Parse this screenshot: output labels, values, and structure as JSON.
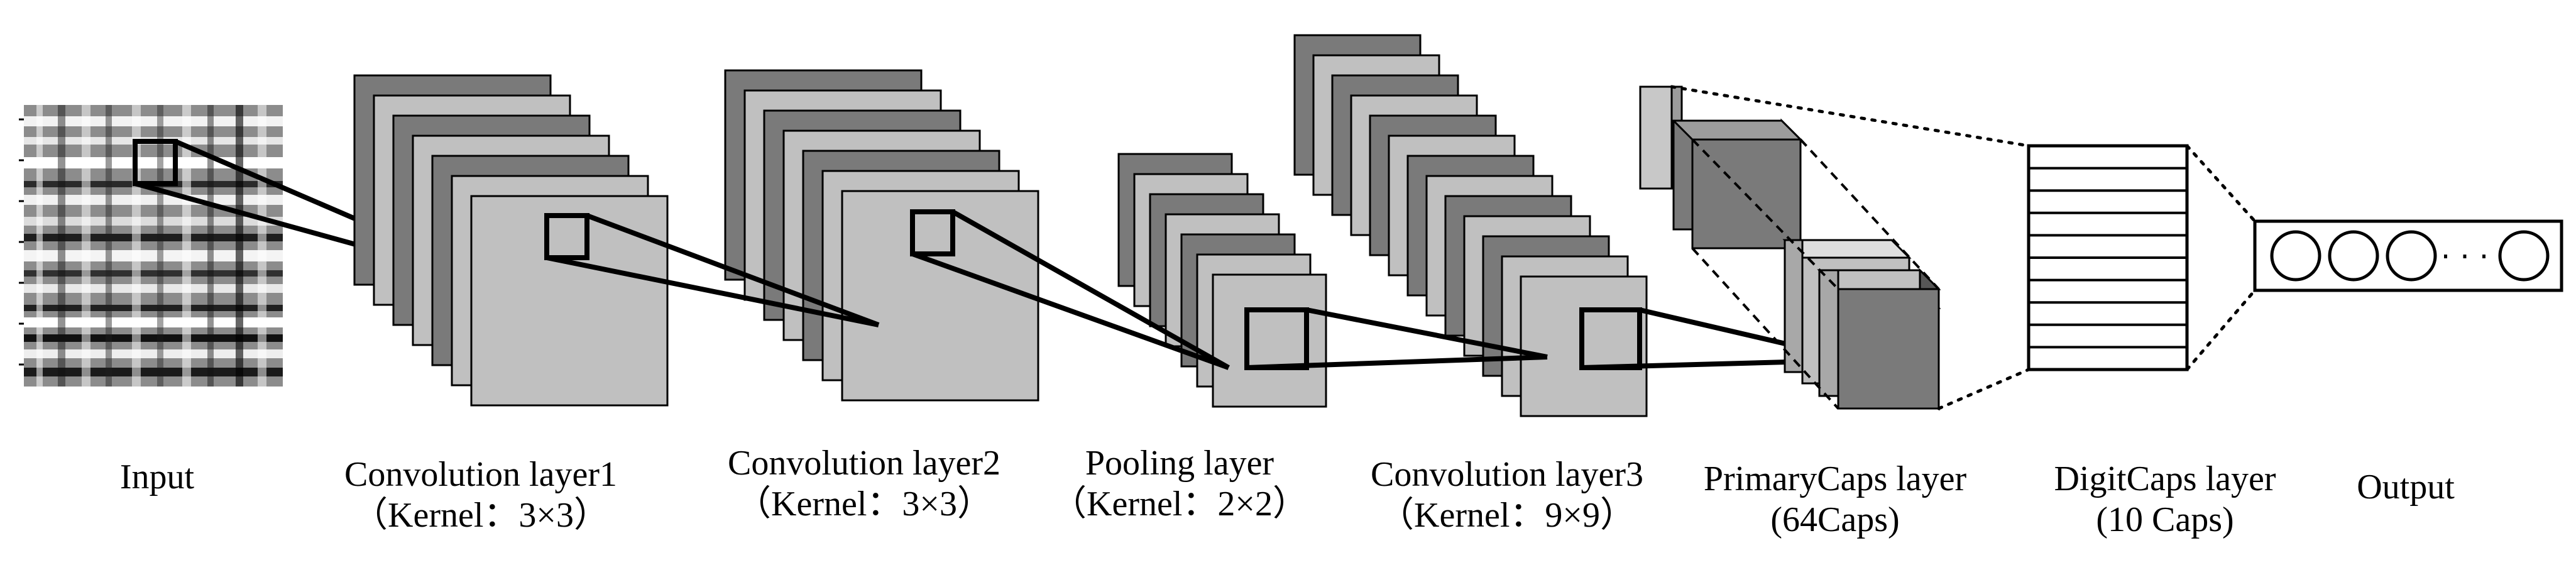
{
  "colors": {
    "face_light": "#c0c0c0",
    "face_dark": "#7a7a7a",
    "side_light": "#a8a8a8",
    "side_dark": "#565656",
    "top_light": "#dedede",
    "top_dark": "#9c9c9c",
    "line": "#000000"
  },
  "layers": [
    {
      "id": "input",
      "label": "Input",
      "sub": ""
    },
    {
      "id": "conv1",
      "label": "Convolution layer1",
      "sub": "（Kernel：3×3）"
    },
    {
      "id": "conv2",
      "label": "Convolution layer2",
      "sub": "（Kernel：3×3）"
    },
    {
      "id": "pool",
      "label": "Pooling layer",
      "sub": "（Kernel：2×2）"
    },
    {
      "id": "conv3",
      "label": "Convolution layer3",
      "sub": "（Kernel：9×9）"
    },
    {
      "id": "primarycaps",
      "label": "PrimaryCaps layer",
      "sub": "(64Caps)"
    },
    {
      "id": "digitcaps",
      "label": "DigitCaps layer",
      "sub": "(10 Caps)"
    },
    {
      "id": "output",
      "label": "Output",
      "sub": ""
    }
  ],
  "output": {
    "dots": "· · ·"
  },
  "icons": {
    "capsule": "circle-icon",
    "ellipsis": "ellipsis-icon"
  }
}
